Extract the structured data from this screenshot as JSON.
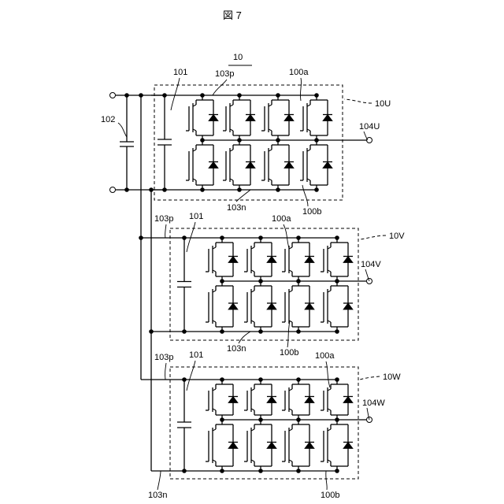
{
  "figure_title": "図 7",
  "system_label": "10",
  "labels": {
    "dc_capacitor": "102",
    "terminal_u": "104U",
    "terminal_v": "104V",
    "terminal_w": "104W"
  },
  "modules": [
    {
      "id": "U",
      "module_label": "10U",
      "capacitor_label": "101",
      "p_bus_label": "103p",
      "n_bus_label": "103n",
      "upper_arm_label": "100a",
      "lower_arm_label": "100b"
    },
    {
      "id": "V",
      "module_label": "10V",
      "capacitor_label": "101",
      "p_bus_label": "103p",
      "n_bus_label": "103n",
      "upper_arm_label": "100a",
      "lower_arm_label": "100b"
    },
    {
      "id": "W",
      "module_label": "10W",
      "capacitor_label": "101",
      "p_bus_label": "103p",
      "n_bus_label": "103n",
      "upper_arm_label": "100a",
      "lower_arm_label": "100b"
    }
  ],
  "switches_per_arm": 4
}
